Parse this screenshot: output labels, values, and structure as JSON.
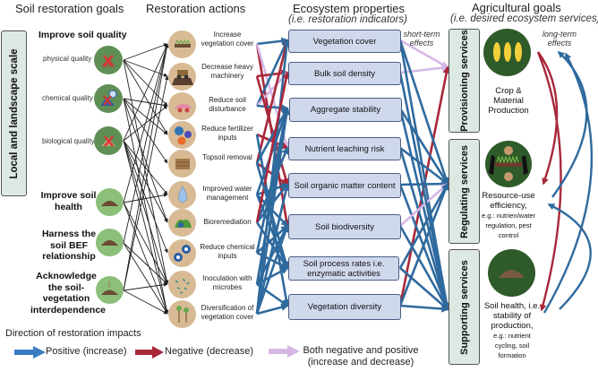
{
  "headers": {
    "goals": "Soil restoration goals",
    "actions": "Restoration actions",
    "properties": "Ecosystem properties",
    "properties_sub": "(i.e. restoration indicators)",
    "agri": "Agricultural goals",
    "agri_sub": "(i.e. desired ecosystem services)"
  },
  "scale_label": "Local and landscape scale",
  "goals": {
    "improve_quality": "Improve soil quality",
    "physical": "physical quality",
    "chemical": "chemical quality",
    "biological": "biological quality",
    "health": "Improve soil health",
    "bef": "Harness the soil BEF relationship",
    "veg": "Acknowledge the soil-vegetation interdependence"
  },
  "actions": [
    {
      "label": "Increase vegetation cover",
      "icon": "vegetation-strip-icon"
    },
    {
      "label": "Decrease heavy machinery",
      "icon": "tractor-icon"
    },
    {
      "label": "Reduce soil disturbance",
      "icon": "plough-icon"
    },
    {
      "label": "Reduce fertilizer inputs",
      "icon": "npk-icon"
    },
    {
      "label": "Topsoil removal",
      "icon": "soil-layer-icon"
    },
    {
      "label": "Improved water management",
      "icon": "water-drop-icon"
    },
    {
      "label": "Bioremediation",
      "icon": "plant-icon"
    },
    {
      "label": "Reduce chemical inputs",
      "icon": "chemical-icon"
    },
    {
      "label": "Inoculation with microbes",
      "icon": "microbes-icon"
    },
    {
      "label": "Diversification of vegetation cover",
      "icon": "trees-icon"
    }
  ],
  "properties": [
    "Vegetation cover",
    "Bulk soil density",
    "Aggregate stability",
    "Nutrient leaching risk",
    "Soil organic matter content",
    "Soil biodiversity",
    "Soil process rates i.e. enzymatic activities",
    "Vegetation diversity"
  ],
  "short_term": "short-term effects",
  "long_term": "long-term effects",
  "services": [
    {
      "box": "Provisioning services",
      "label": "Crop & Material Production",
      "detail": ""
    },
    {
      "box": "Regulating services",
      "label": "Resource-use efficiency,",
      "detail": "e.g.: nutrien/water regulation, pest control"
    },
    {
      "box": "Supporting services",
      "label": "Soil health, i.e. stability of production,",
      "detail": "e.g.: nutrient cycling, soil formation"
    }
  ],
  "legend": {
    "title": "Direction of restoration impacts",
    "positive": "Positive (increase)",
    "negative": "Negative (decrease)",
    "both": "Both negative and positive (increase and decrease)"
  },
  "colors": {
    "positive": "#2f6a9e",
    "negative": "#a8283a",
    "both": "#d6b8e6",
    "goal_dark": "#5f8f55",
    "goal_light": "#8cc07a",
    "action": "#d8bb95",
    "property_box": "#d0d8ec",
    "service_circle": "#2f5a2a"
  }
}
